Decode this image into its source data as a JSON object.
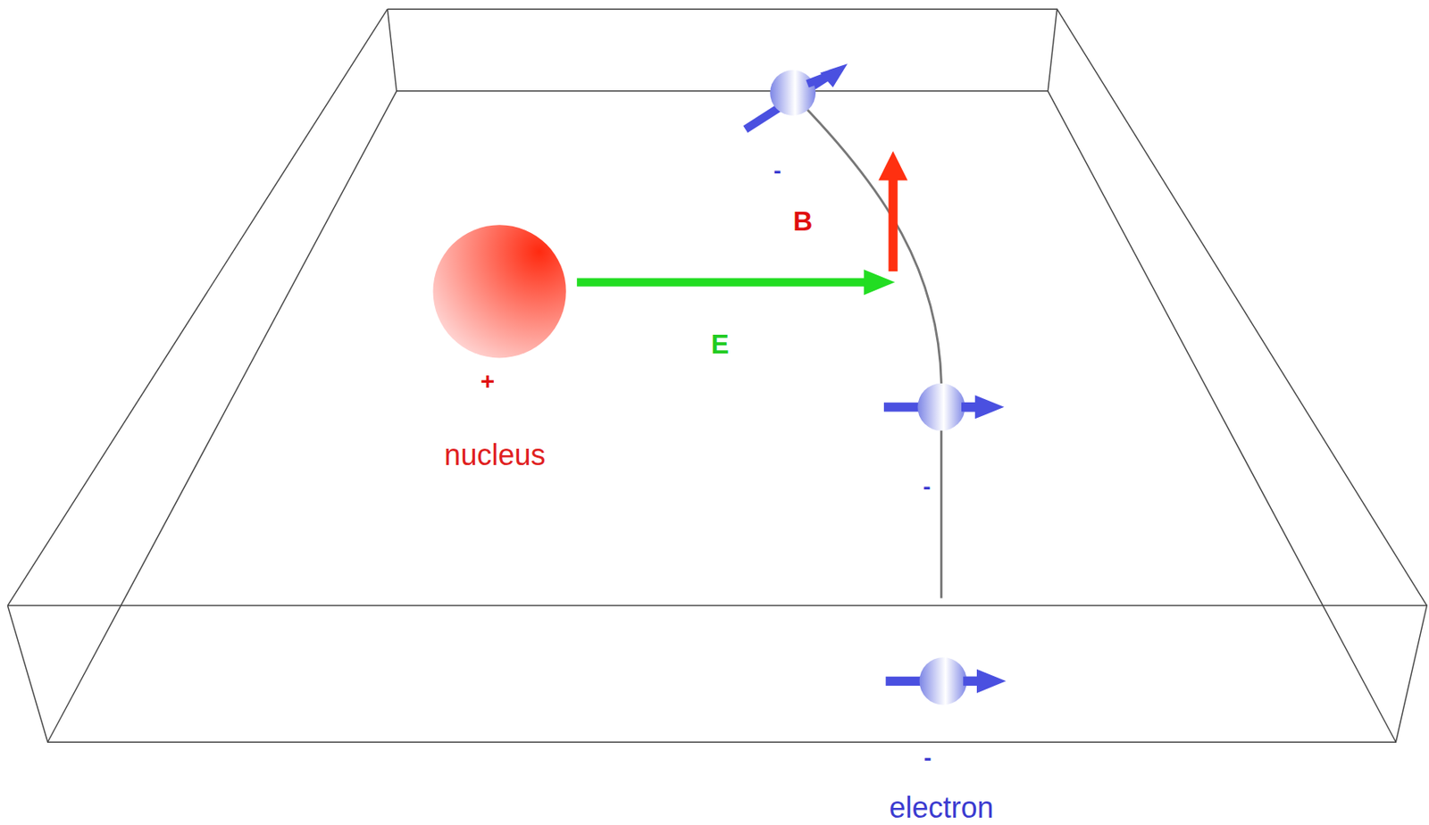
{
  "diagram": {
    "labels": [
      "-",
      "B",
      "E",
      "+",
      "nucleus",
      "-",
      "-",
      "electron"
    ]
  }
}
